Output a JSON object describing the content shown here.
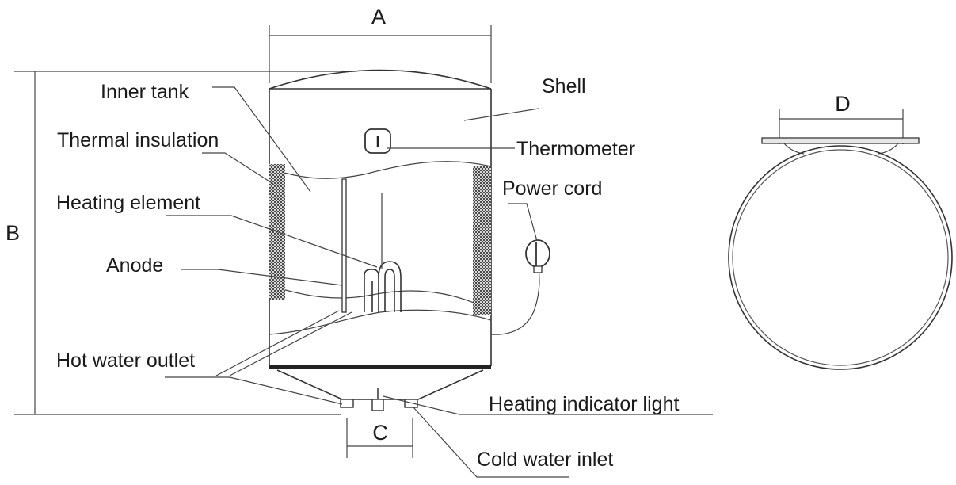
{
  "dimensions": {
    "a": "A",
    "b": "B",
    "c": "C",
    "d": "D"
  },
  "labels": {
    "inner_tank": "Inner tank",
    "thermal_insulation": "Thermal insulation",
    "heating_element": "Heating element",
    "anode": "Anode",
    "hot_water_outlet": "Hot water outlet",
    "shell": "Shell",
    "thermometer": "Thermometer",
    "power_cord": "Power cord",
    "heating_indicator_light": "Heating indicator light",
    "cold_water_inlet": "Cold water inlet"
  },
  "colors": {
    "line": "#333333",
    "insulation": "#555555",
    "text": "#1a1a1a"
  }
}
